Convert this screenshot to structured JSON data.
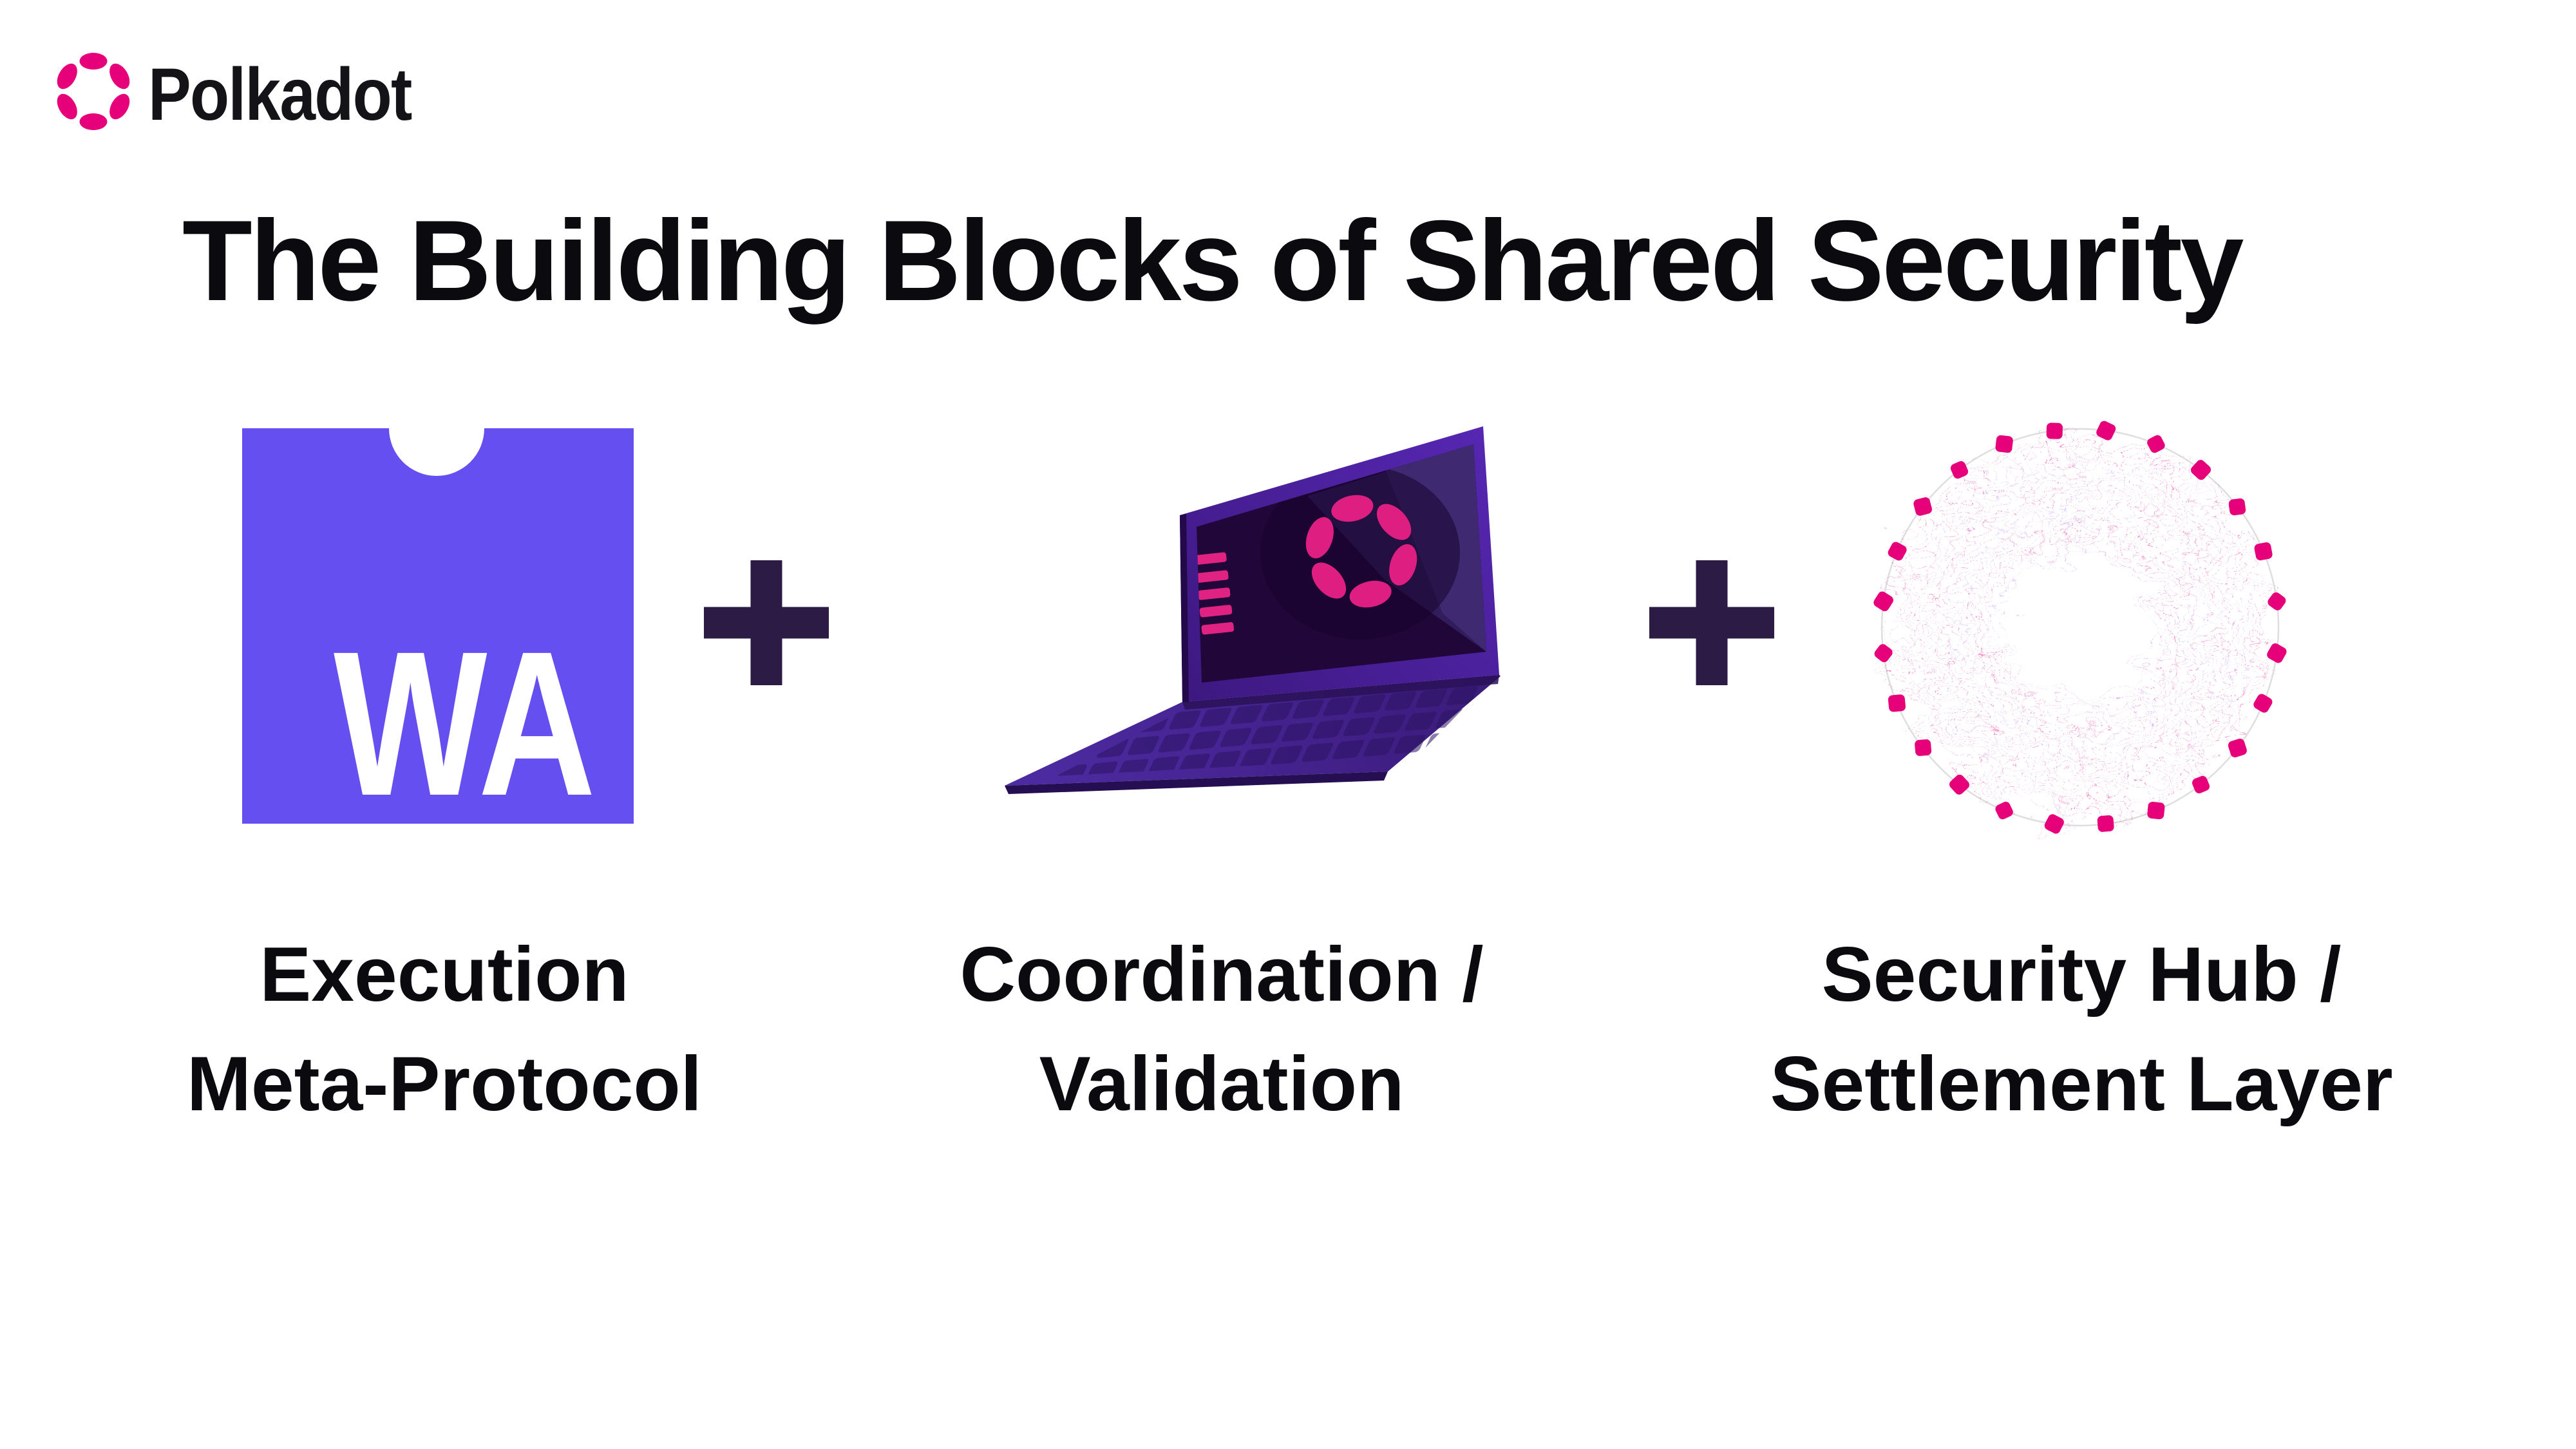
{
  "slide": {
    "brand": "Polkadot",
    "title": "The Building Blocks of Shared Security"
  },
  "blocks": [
    {
      "id": "execution",
      "graphic": "webassembly-logo",
      "wa_text": "WA",
      "label_line1": "Execution",
      "label_line2": "Meta-Protocol"
    },
    {
      "id": "coordination",
      "graphic": "validator-laptop-illustration",
      "label_line1": "Coordination /",
      "label_line2": "Validation"
    },
    {
      "id": "security-hub",
      "graphic": "validator-network-circle",
      "label_line1": "Security Hub /",
      "label_line2": "Settlement Layer"
    }
  ],
  "separators": {
    "plus_symbol": "+"
  },
  "colors": {
    "polkadot_pink": "#E6007A",
    "wasm_purple": "#654FF0",
    "plus_dark": "#2B1B45",
    "laptop_purple": "#4A22A0",
    "screen_dark": "#200639",
    "rim_gray": "#DEDEDE",
    "text_black": "#0A0A0F"
  }
}
